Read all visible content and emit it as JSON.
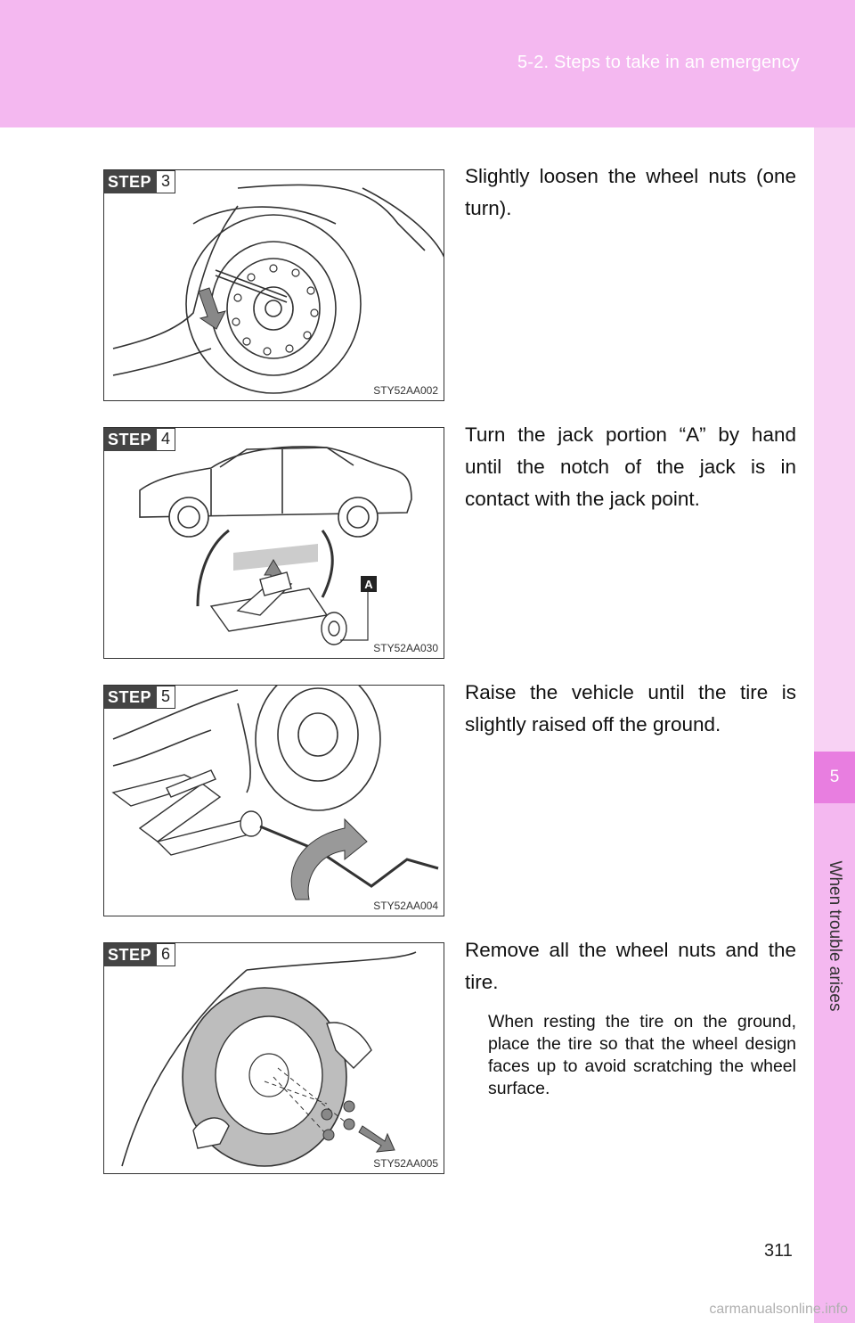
{
  "header": {
    "section_title": "5-2. Steps to take in an emergency"
  },
  "side_tab": {
    "chapter_number": "5",
    "chapter_title": "When trouble arises"
  },
  "steps": [
    {
      "badge_word": "STEP",
      "badge_number": "3",
      "figure_code": "STY52AA002",
      "text": "Slightly loosen the wheel nuts (one turn).",
      "note": ""
    },
    {
      "badge_word": "STEP",
      "badge_number": "4",
      "figure_code": "STY52AA030",
      "text": "Turn the jack portion “A” by hand until the notch of the jack is in contact with the jack point.",
      "note": "",
      "callout_label": "A"
    },
    {
      "badge_word": "STEP",
      "badge_number": "5",
      "figure_code": "STY52AA004",
      "text": "Raise the vehicle until the tire is slightly raised off the ground.",
      "note": ""
    },
    {
      "badge_word": "STEP",
      "badge_number": "6",
      "figure_code": "STY52AA005",
      "text": "Remove all the wheel nuts and the tire.",
      "note": "When resting the tire on the ground, place the tire so that the wheel design faces up to avoid scratching the wheel surface."
    }
  ],
  "page_number": "311",
  "watermark": "carmanualsonline.info"
}
